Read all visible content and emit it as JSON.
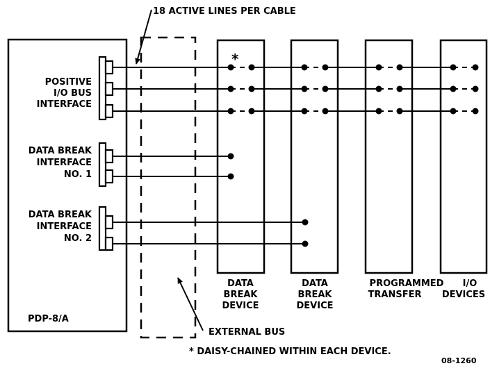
{
  "diagram": {
    "cable_note": "18 ACTIVE LINES PER CABLE",
    "computer": {
      "name": "PDP-8/A",
      "interfaces": [
        {
          "lines": [
            "POSITIVE",
            "I/O BUS",
            "INTERFACE"
          ]
        },
        {
          "lines": [
            "DATA BREAK",
            "INTERFACE",
            "NO. 1"
          ]
        },
        {
          "lines": [
            "DATA BREAK",
            "INTERFACE",
            "NO. 2"
          ]
        }
      ]
    },
    "external_bus_label": "EXTERNAL BUS",
    "devices": [
      {
        "lines": [
          "DATA",
          "BREAK",
          "DEVICE"
        ]
      },
      {
        "lines": [
          "DATA",
          "BREAK",
          "DEVICE"
        ]
      },
      {
        "lines": [
          "PROGRAMMED",
          "TRANSFER"
        ]
      },
      {
        "lines": [
          "I/O",
          "DEVICES"
        ]
      }
    ],
    "asterisk": "*",
    "footnote": "* DAISY-CHAINED WITHIN EACH DEVICE.",
    "figure_id": "08-1260"
  }
}
